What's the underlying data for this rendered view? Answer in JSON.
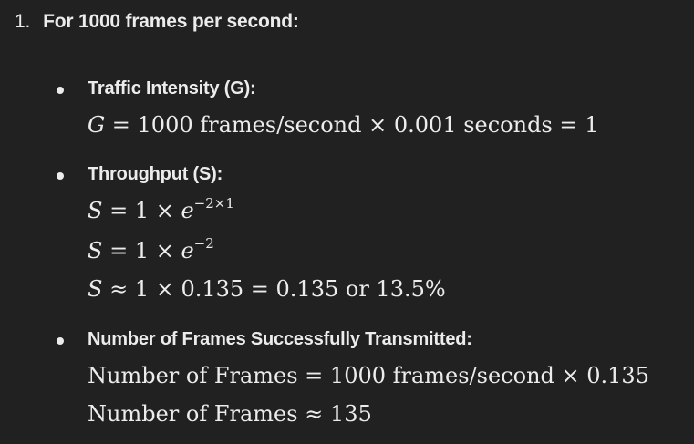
{
  "section": {
    "number": "1.",
    "title": "For 1000 frames per second:"
  },
  "bullets": [
    {
      "label": "Traffic Intensity (G):",
      "equations": [
        {
          "lhs": "G",
          "rest": " = 1000 frames/second × 0.001 seconds = 1"
        }
      ]
    },
    {
      "label": "Throughput (S):",
      "equations": [
        {
          "lhs": "S",
          "mid": " = 1 × ",
          "base": "e",
          "exp": "−2×1"
        },
        {
          "lhs": "S",
          "mid": " = 1 × ",
          "base": "e",
          "exp": "−2"
        },
        {
          "lhs": "S",
          "rest": " ≈ 1 × 0.135 = 0.135 or 13.5%"
        }
      ]
    },
    {
      "label": "Number of Frames Successfully Transmitted:",
      "equations": [
        {
          "text": "Number of Frames = 1000 frames/second × 0.135"
        },
        {
          "text": "Number of Frames ≈ 135"
        }
      ]
    }
  ]
}
